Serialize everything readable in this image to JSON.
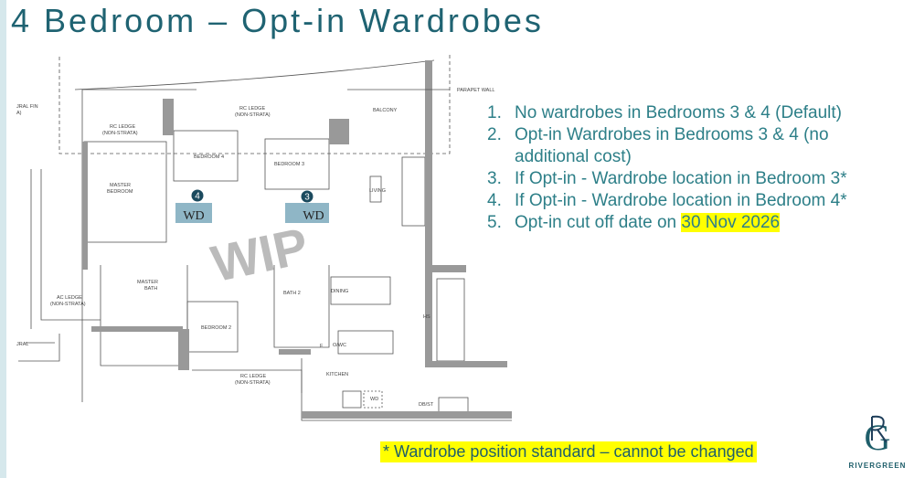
{
  "title": "4 Bedroom – Opt-in Wardrobes",
  "plan": {
    "labels": {
      "parapet": "PARAPET WALL",
      "fin": "JRAL FIN",
      "fin2": "A)",
      "rc_ledge": "RC LEDGE",
      "non_strata": "(NON-STRATA)",
      "balcony": "BALCONY",
      "bedroom4": "BEDROOM 4",
      "bedroom3": "BEDROOM 3",
      "master1": "MASTER",
      "master2": "BEDROOM",
      "living": "LIVING",
      "master_bath1": "MASTER",
      "master_bath2": "BATH",
      "ac_ledge": "AC LEDGE",
      "bedroom2": "BEDROOM 2",
      "bath2": "BATH 2",
      "dining": "DINING",
      "hs": "HS",
      "f": "F",
      "owc": "O/WC",
      "kitchen": "KITCHEN",
      "wd": "WD",
      "dbst": "DB/ST",
      "jral": "JRAL"
    },
    "wardrobes": [
      {
        "badge": "4",
        "label": "WD"
      },
      {
        "badge": "3",
        "label": "WD"
      }
    ],
    "watermark": "WIP"
  },
  "list": [
    {
      "num": "1.",
      "text": "No wardrobes in Bedrooms 3 & 4 (Default)"
    },
    {
      "num": "2.",
      "text": "Opt-in Wardrobes in Bedrooms 3 & 4 (no additional cost)"
    },
    {
      "num": "3.",
      "text": "If Opt-in - Wardrobe location in Bedroom 3*"
    },
    {
      "num": "4.",
      "text": "If Opt-in - Wardrobe location in Bedroom 4*"
    },
    {
      "num": "5.",
      "text": "Opt-in cut off date on ",
      "highlight": "30 Nov 2026"
    }
  ],
  "note": "* Wardrobe position standard – cannot be changed",
  "logo": {
    "brand": "RIVERGREEN",
    "mark": "RG"
  },
  "colors": {
    "title": "#1f6372",
    "text": "#2d7f88",
    "wardrobe": "#8fb6c6",
    "badge": "#1b4a5e",
    "highlight": "#ffff00"
  }
}
